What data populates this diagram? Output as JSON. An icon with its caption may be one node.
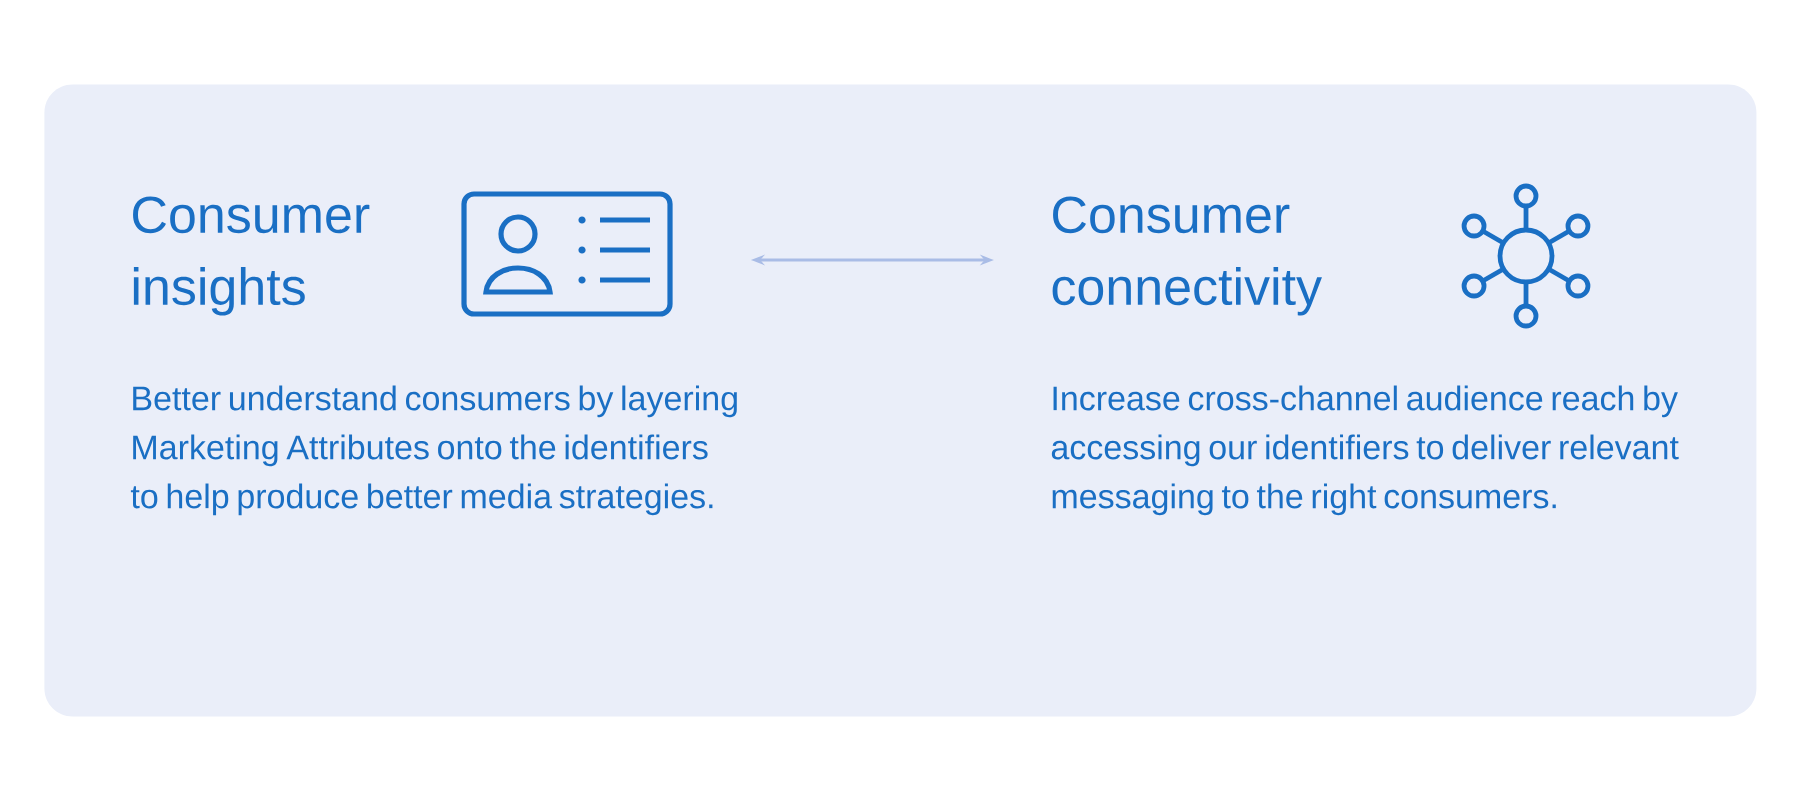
{
  "diagram": {
    "nodes": [
      {
        "text": [],
        "shape": "box"
      },
      {
        "text": [
          "Consumer insights",
          "Better understand consumers by layering Marketing Attributes onto the identifiers to help produce better media strategies."
        ],
        "in": 0
      },
      {
        "text": [
          "Consumer connectivity",
          "Increase cross-channel audience reach by accessing our identifiers to deliver relevant messaging to the right consumers."
        ],
        "in": 0
      }
    ],
    "edges": [
      {
        "from": 1,
        "to": 2,
        "arrow": "both"
      }
    ]
  }
}
